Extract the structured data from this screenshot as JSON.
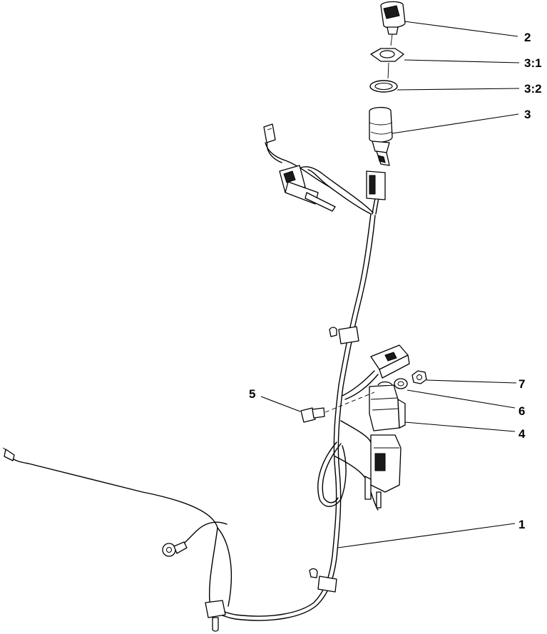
{
  "callouts": [
    {
      "id": "c2",
      "label": "2"
    },
    {
      "id": "c31",
      "label": "3:1"
    },
    {
      "id": "c32",
      "label": "3:2"
    },
    {
      "id": "c3",
      "label": "3"
    },
    {
      "id": "c7",
      "label": "7"
    },
    {
      "id": "c5",
      "label": "5"
    },
    {
      "id": "c6",
      "label": "6"
    },
    {
      "id": "c4",
      "label": "4"
    },
    {
      "id": "c1",
      "label": "1"
    }
  ]
}
